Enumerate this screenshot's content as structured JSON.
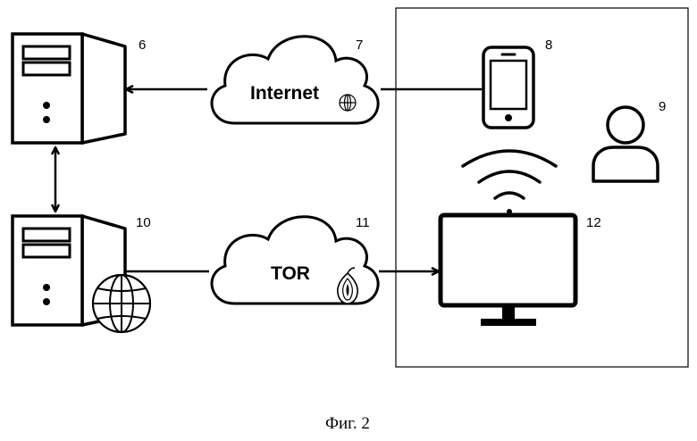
{
  "labels": {
    "server_top": "6",
    "internet_cloud": "7",
    "phone": "8",
    "user": "9",
    "server_bottom": "10",
    "tor_cloud": "11",
    "monitor": "12"
  },
  "clouds": {
    "internet": "Internet",
    "tor": "TOR"
  },
  "caption": "Фиг. 2",
  "icons": {
    "server_top": "server-tower-icon",
    "server_bottom": "server-tower-icon",
    "globe": "globe-icon",
    "phone": "smartphone-icon",
    "user": "user-icon",
    "monitor": "monitor-icon",
    "wifi": "wifi-signal-icon",
    "onion": "tor-onion-icon"
  }
}
